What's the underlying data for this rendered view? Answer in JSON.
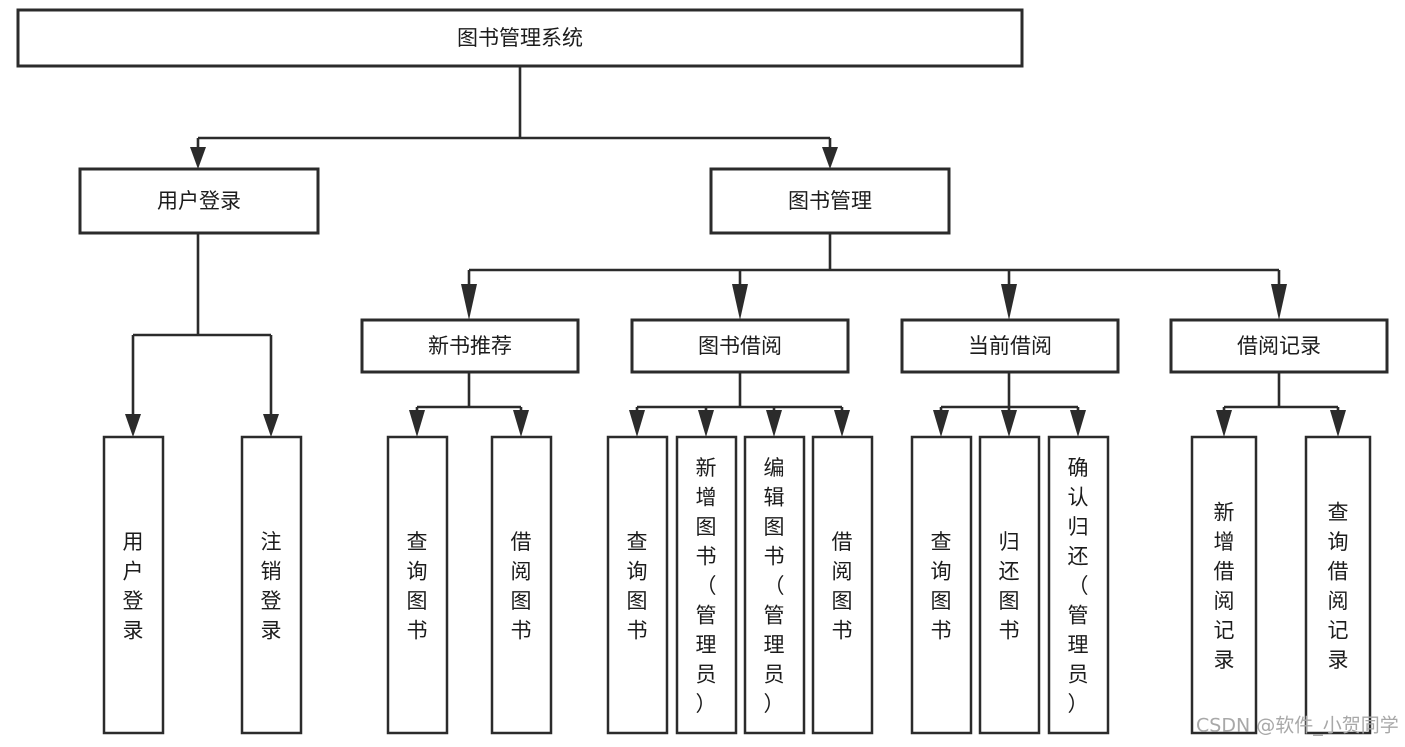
{
  "diagram": {
    "title_node": {
      "id": "root",
      "label": "图书管理系统"
    },
    "level2": [
      {
        "id": "user-login",
        "label": "用户登录"
      },
      {
        "id": "book-manage",
        "label": "图书管理"
      }
    ],
    "level3": [
      {
        "id": "new-book-rec",
        "label": "新书推荐"
      },
      {
        "id": "book-borrow",
        "label": "图书借阅"
      },
      {
        "id": "current-borrow",
        "label": "当前借阅"
      },
      {
        "id": "borrow-record",
        "label": "借阅记录"
      }
    ],
    "leaves": {
      "user_login": [
        {
          "id": "leaf-user-login",
          "label": "用户登录"
        },
        {
          "id": "leaf-logout",
          "label": "注销登录"
        }
      ],
      "new_book_rec": [
        {
          "id": "leaf-query-book-1",
          "label": "查询图书"
        },
        {
          "id": "leaf-borrow-book-1",
          "label": "借阅图书"
        }
      ],
      "book_borrow": [
        {
          "id": "leaf-query-book-2",
          "label": "查询图书"
        },
        {
          "id": "leaf-add-book",
          "label": "新增图书（管理员）"
        },
        {
          "id": "leaf-edit-book",
          "label": "编辑图书（管理员）"
        },
        {
          "id": "leaf-borrow-book-2",
          "label": "借阅图书"
        }
      ],
      "current_borrow": [
        {
          "id": "leaf-query-book-3",
          "label": "查询图书"
        },
        {
          "id": "leaf-return-book",
          "label": "归还图书"
        },
        {
          "id": "leaf-confirm-return",
          "label": "确认归还（管理员）"
        }
      ],
      "borrow_record": [
        {
          "id": "leaf-add-record",
          "label": "新增借阅记录"
        },
        {
          "id": "leaf-query-record",
          "label": "查询借阅记录"
        }
      ]
    }
  },
  "watermark": {
    "text": "CSDN @软件_小贺同学"
  },
  "colors": {
    "stroke": "#2b2b2b",
    "fill": "#ffffff",
    "text": "#1c1c1c",
    "watermark": "#a8a8a8"
  }
}
